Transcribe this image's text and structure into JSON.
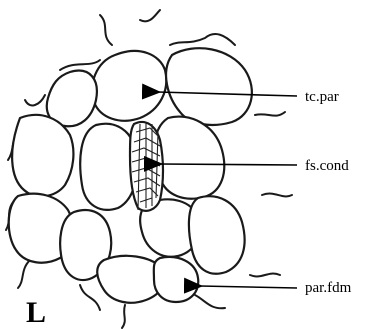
{
  "panel_letter": "L",
  "labels": [
    {
      "id": "tc-par",
      "text": "tc.par"
    },
    {
      "id": "fs-cond",
      "text": "fs.cond"
    },
    {
      "id": "par-fdm",
      "text": "par.fdm"
    }
  ],
  "colors": {
    "line": "#1a1a1a",
    "background": "#ffffff"
  }
}
